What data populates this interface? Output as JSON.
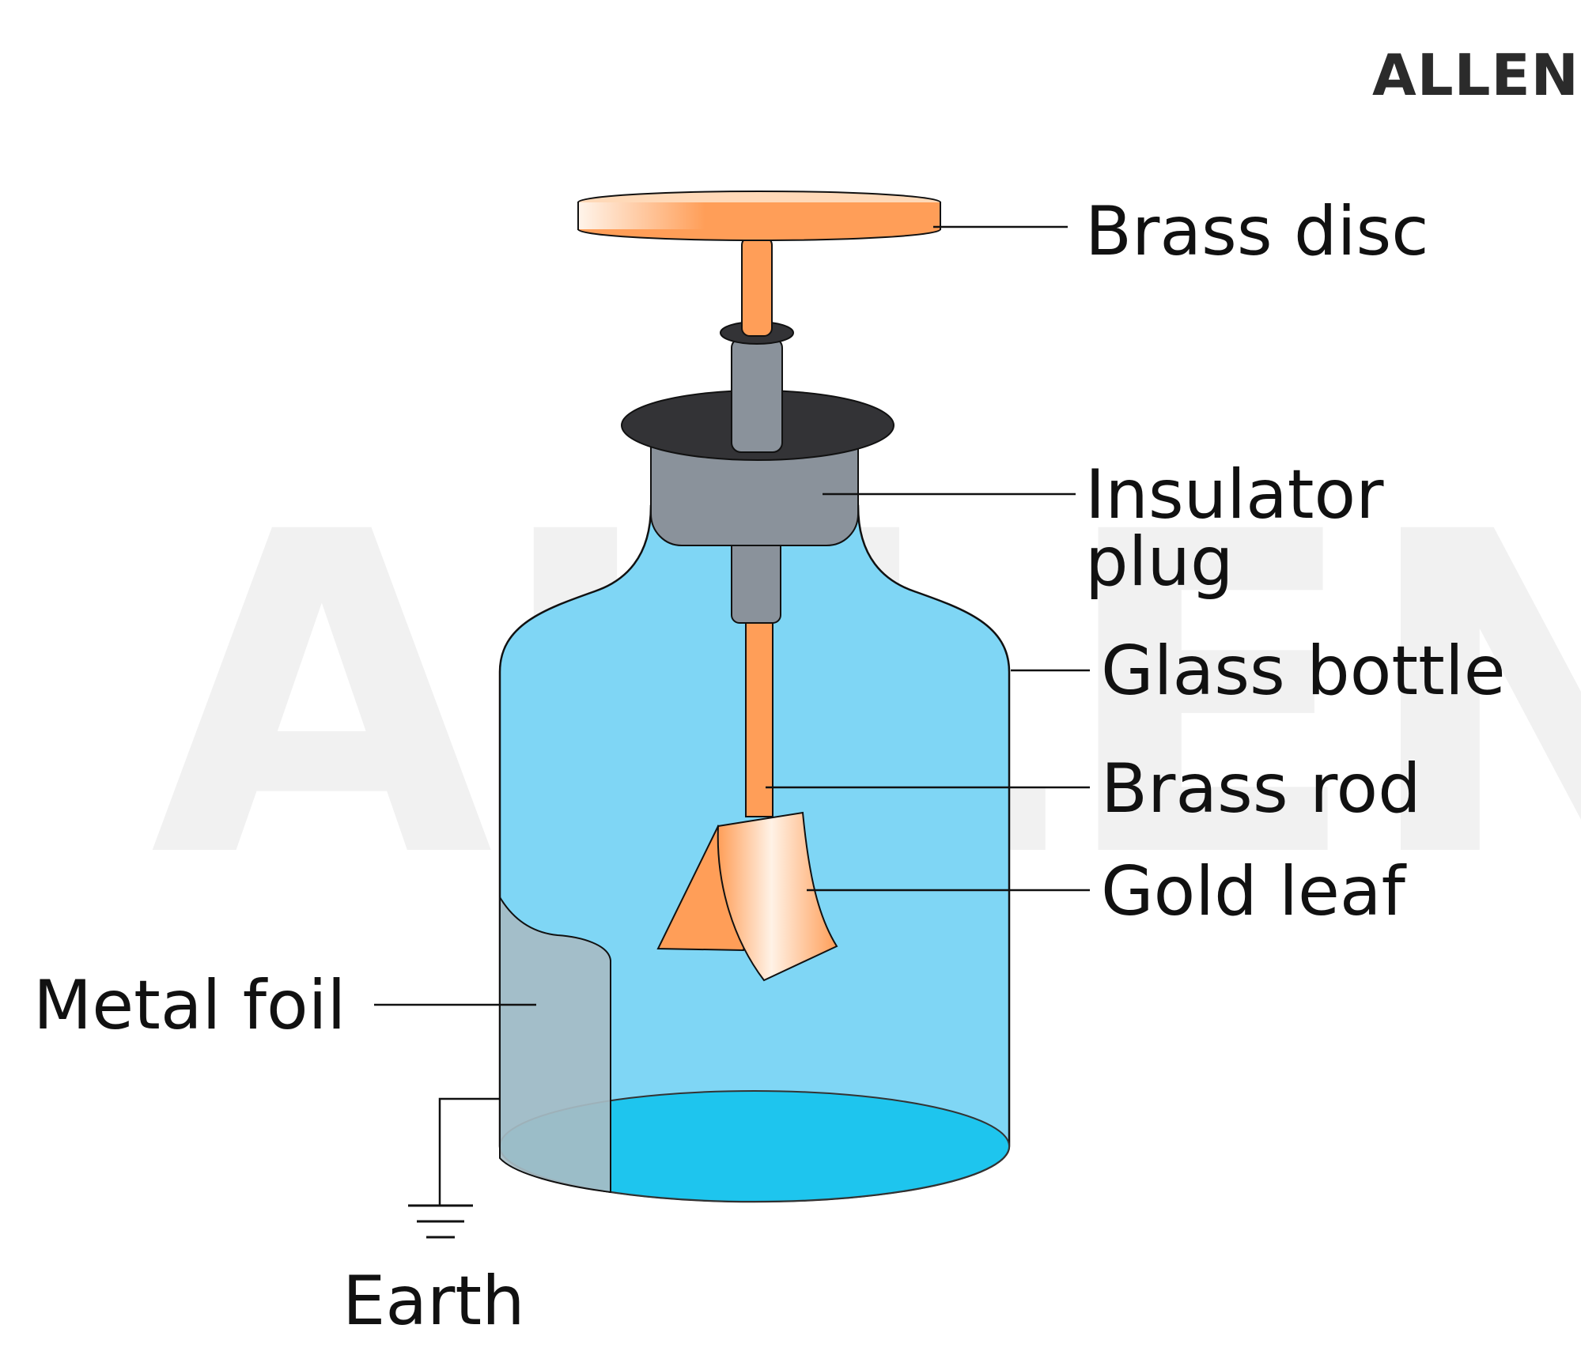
{
  "brand": {
    "logo": "ALLEN",
    "watermark": "ALLEN"
  },
  "labels": {
    "brass_disc": "Brass disc",
    "insulator_plug_line1": "Insulator",
    "insulator_plug_line2": "plug",
    "glass_bottle": "Glass bottle",
    "brass_rod": "Brass rod",
    "gold_leaf": "Gold leaf",
    "metal_foil": "Metal foil",
    "earth": "Earth"
  },
  "colors": {
    "brass": "#ff9e58",
    "glass": "#7fd6f5",
    "glass_bottom": "#1ec5ee",
    "insulator": "#8a929b",
    "insulator_cap": "#333336",
    "metal_foil": "#a6bcc4",
    "outline": "#111111"
  }
}
